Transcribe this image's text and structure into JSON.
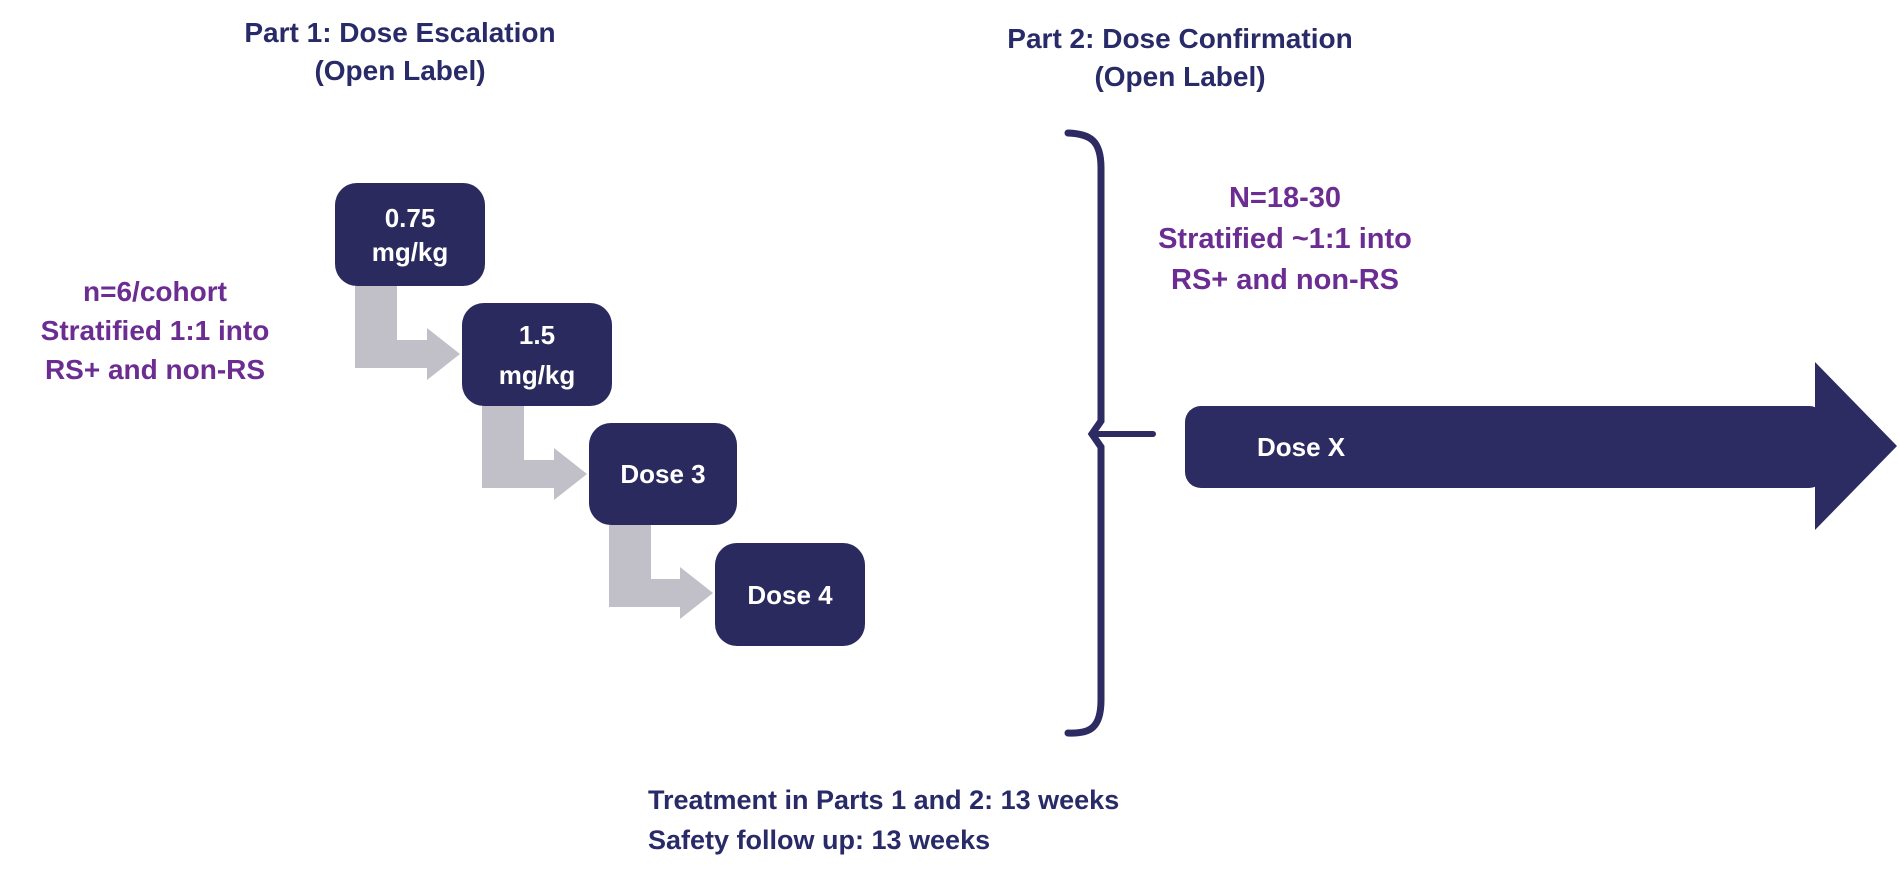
{
  "colors": {
    "navy_text": "#282b68",
    "box_fill": "#2b2a5e",
    "dosex_arrow_fill": "#2d2c62",
    "gray_arrow": "#c1c0c9",
    "purple_text": "#6b2d92",
    "brace_stroke": "#2d2b62",
    "background": "#ffffff",
    "box_text": "#ffffff"
  },
  "part1": {
    "title": "Part 1: Dose Escalation\n(Open Label)",
    "cohort_note": "n=6/cohort\nStratified 1:1 into\nRS+ and non-RS",
    "dose_boxes": [
      {
        "label": "0.75\nmg/kg"
      },
      {
        "label": "1.5\nmg/kg"
      },
      {
        "label": "Dose 3"
      },
      {
        "label": "Dose 4"
      }
    ]
  },
  "part2": {
    "title": "Part 2: Dose Confirmation\n(Open Label)",
    "cohort_note": "N=18-30\nStratified ~1:1 into\nRS+ and non-RS",
    "dose_label": "Dose X"
  },
  "footer": {
    "note": "Treatment in Parts 1 and 2: 13 weeks\nSafety follow up: 13 weeks"
  }
}
